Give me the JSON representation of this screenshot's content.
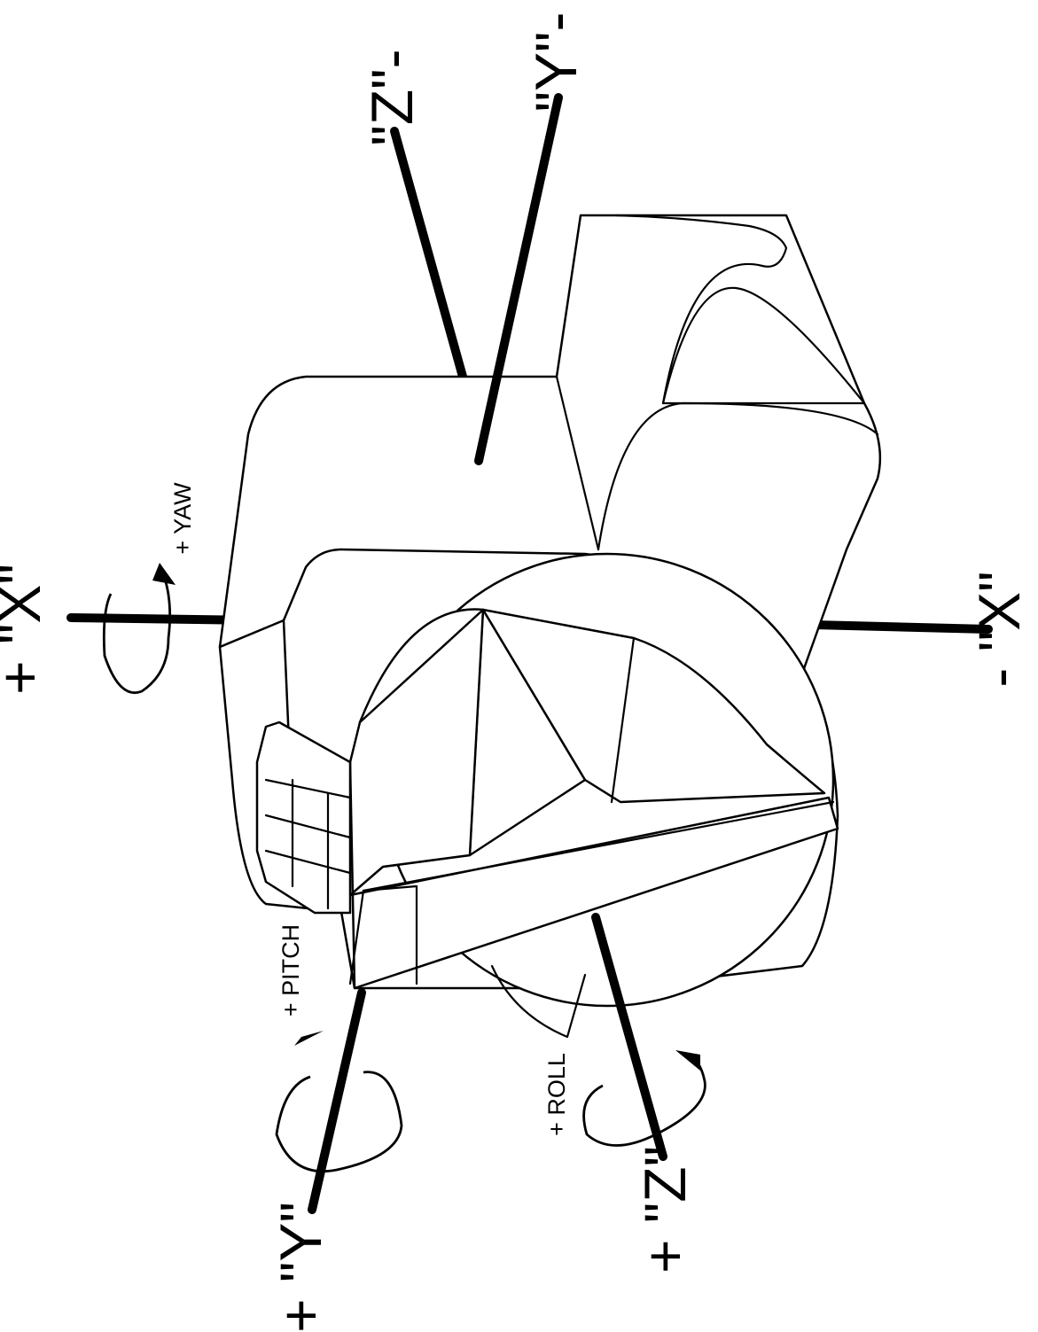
{
  "labels": {
    "x_pos": "+ \"X\"",
    "x_neg": "- \"X\"",
    "y_pos": "+ \"Y\"",
    "y_neg": "\"Y\"-",
    "z_pos": "+ \"Z\"",
    "z_neg": "\"Z\"-",
    "yaw": "+ YAW",
    "pitch": "+ PITCH",
    "roll": "+ ROLL"
  }
}
